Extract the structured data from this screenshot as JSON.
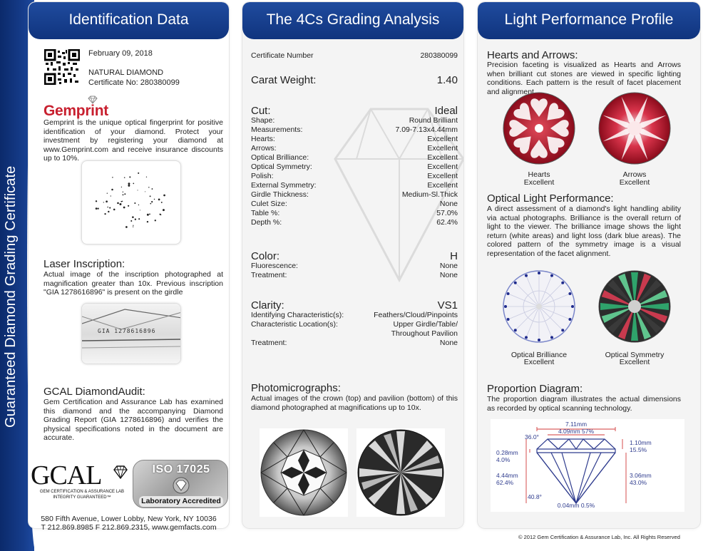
{
  "sidebar": {
    "title": "Guaranteed Diamond Grading Certificate"
  },
  "colors": {
    "brand_blue": "#163d8c",
    "gemprint_red": "#c8202f"
  },
  "identification": {
    "header": "Identification Data",
    "date": "February 09, 2018",
    "type": "NATURAL DIAMOND",
    "cert_line": "Certificate No: 280380099",
    "gemprint_logo": "Gemprint",
    "gemprint_text": "Gemprint is the unique optical fingerprint for positive identification of your diamond. Protect your investment by registering your diamond at www.Gemprint.com and receive insurance discounts up to 10%.",
    "laser_title": "Laser Inscription:",
    "laser_text": "Actual image of the inscription photographed at magnification greater than 10x. Previous inscription \"GIA 1278616896\" is present on the girdle",
    "inscription": "GIA 1278616896",
    "audit_title": "GCAL DiamondAudit:",
    "audit_text": "Gem Certification and Assurance Lab has examined this diamond and the accompanying Diamond Grading Report (GIA 1278616896) and verifies the physical specifications noted in the document are accurate.",
    "gcal_logo": "GCAL",
    "gcal_sub1": "GEM CERTIFICATION & ASSURANCE LAB",
    "gcal_sub2": "INTEGRITY GUARANTEED™",
    "iso_label": "ISO 17025",
    "accredited": "Laboratory Accredited",
    "address": "580 Fifth Avenue, Lower Lobby, New York, NY 10036",
    "phone": "T 212.869.8985 F 212.869.2315, www.gemfacts.com"
  },
  "grading": {
    "header": "The 4Cs Grading Analysis",
    "cert_label": "Certificate Number",
    "cert_value": "280380099",
    "carat_label": "Carat Weight:",
    "carat_value": "1.40",
    "cut_label": "Cut:",
    "cut_value": "Ideal",
    "cut_rows": [
      {
        "k": "Shape:",
        "v": "Round Brilliant"
      },
      {
        "k": "Measurements:",
        "v": "7.09-7.13x4.44mm"
      },
      {
        "k": "Hearts:",
        "v": "Excellent"
      },
      {
        "k": "Arrows:",
        "v": "Excellent"
      },
      {
        "k": "Optical Brilliance:",
        "v": "Excellent"
      },
      {
        "k": "Optical Symmetry:",
        "v": "Excellent"
      },
      {
        "k": "Polish:",
        "v": "Excellent"
      },
      {
        "k": "External Symmetry:",
        "v": "Excellent"
      },
      {
        "k": "Girdle Thickness:",
        "v": "Medium-Sl.Thick"
      },
      {
        "k": "Culet Size:",
        "v": "None"
      },
      {
        "k": "Table %:",
        "v": "57.0%"
      },
      {
        "k": "Depth %:",
        "v": "62.4%"
      }
    ],
    "color_label": "Color:",
    "color_value": "H",
    "color_rows": [
      {
        "k": "Fluorescence:",
        "v": "None"
      },
      {
        "k": "Treatment:",
        "v": "None"
      }
    ],
    "clarity_label": "Clarity:",
    "clarity_value": "VS1",
    "clarity_char_label": "Identifying Characteristic(s):",
    "clarity_char_value": "Feathers/Cloud/Pinpoints",
    "clarity_loc_label": "Characteristic Location(s):",
    "clarity_loc_value1": "Upper Girdle/Table/",
    "clarity_loc_value2": "Throughout Pavilion",
    "clarity_treat_label": "Treatment:",
    "clarity_treat_value": "None",
    "photo_title": "Photomicrographs:",
    "photo_text": "Actual images of the crown (top) and pavilion (bottom) of this diamond photographed at magnifications up to 10x."
  },
  "light": {
    "header": "Light Performance Profile",
    "ha_title": "Hearts and Arrows:",
    "ha_text": "Precision faceting is visualized as Hearts and Arrows when brilliant cut stones are viewed in specific lighting conditions. Each pattern is the result of facet placement and alignment.",
    "hearts_label": "Hearts",
    "hearts_grade": "Excellent",
    "arrows_label": "Arrows",
    "arrows_grade": "Excellent",
    "olp_title": "Optical Light Performance:",
    "olp_text": "A direct assessment of a diamond's light handling ability via actual photographs. Brilliance is the overall return of light to the viewer. The brilliance image shows the light return (white areas) and light loss (dark blue areas). The colored pattern of the symmetry image is a visual representation of the facet alignment.",
    "brilliance_label": "Optical Brilliance",
    "brilliance_grade": "Excellent",
    "symmetry_label": "Optical Symmetry",
    "symmetry_grade": "Excellent",
    "prop_title": "Proportion Diagram:",
    "prop_text": "The proportion diagram illustrates the actual dimensions as recorded by optical scanning technology.",
    "prop": {
      "diameter": "7.11mm",
      "table": "4.09mm 57%",
      "crown_angle": "36.0°",
      "crown_h1": "0.28mm",
      "crown_h2": "4.0%",
      "girdle1": "1.10mm",
      "girdle2": "15.5%",
      "total1": "4.44mm",
      "total2": "62.4%",
      "pav1": "3.06mm",
      "pav2": "43.0%",
      "pav_angle": "40.8°",
      "culet": "0.04mm 0.5%"
    },
    "copyright": "© 2012 Gem Certification & Assurance Lab, Inc. All Rights Reserved"
  }
}
